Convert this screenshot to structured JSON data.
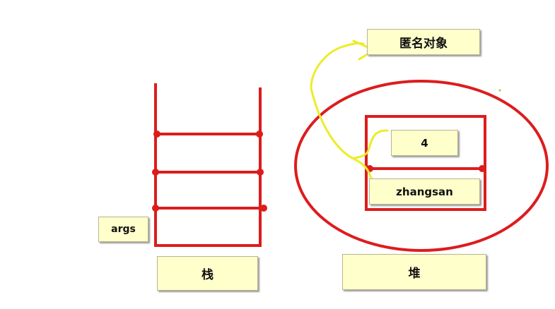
{
  "labels": {
    "anonymous_object": "匿名对象",
    "value_4": "4",
    "zhangsan": "zhangsan",
    "args": "args",
    "stack": "栈",
    "heap": "堆"
  },
  "colors": {
    "red": "#dd1c1c",
    "yellow_arrow": "#ecec2a",
    "box_fill": "#ffffcc"
  }
}
